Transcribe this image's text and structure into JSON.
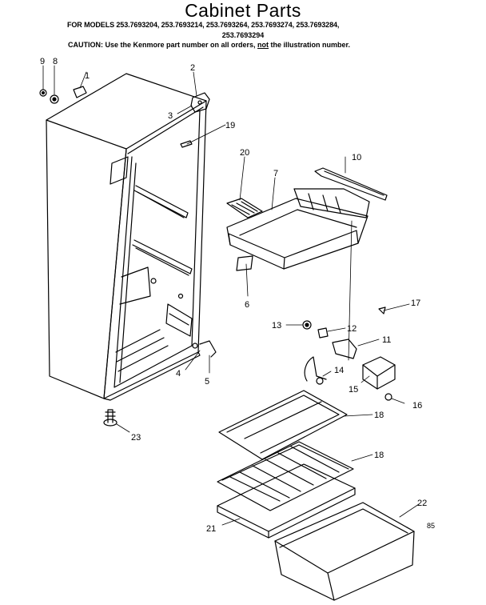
{
  "header": {
    "title": "Cabinet Parts",
    "models_line1": "FOR MODELS 253.7693204, 253.7693214, 253.7693264, 253.7693274, 253.7693284,",
    "models_line2": "253.7693294",
    "caution_prefix": "CAUTION: Use the Kenmore part number on all orders, ",
    "caution_underlined": "not",
    "caution_suffix": " the illustration number."
  },
  "callouts": {
    "c1": "1",
    "c2": "2",
    "c3": "3",
    "c4": "4",
    "c5": "5",
    "c6": "6",
    "c7": "7",
    "c8": "8",
    "c9": "9",
    "c10": "10",
    "c11": "11",
    "c12": "12",
    "c13": "13",
    "c14": "14",
    "c15": "15",
    "c16": "16",
    "c17": "17",
    "c18a": "18",
    "c18b": "18",
    "c19": "19",
    "c20": "20",
    "c21": "21",
    "c22": "22",
    "c23": "23"
  },
  "footer": {
    "code": "85"
  }
}
